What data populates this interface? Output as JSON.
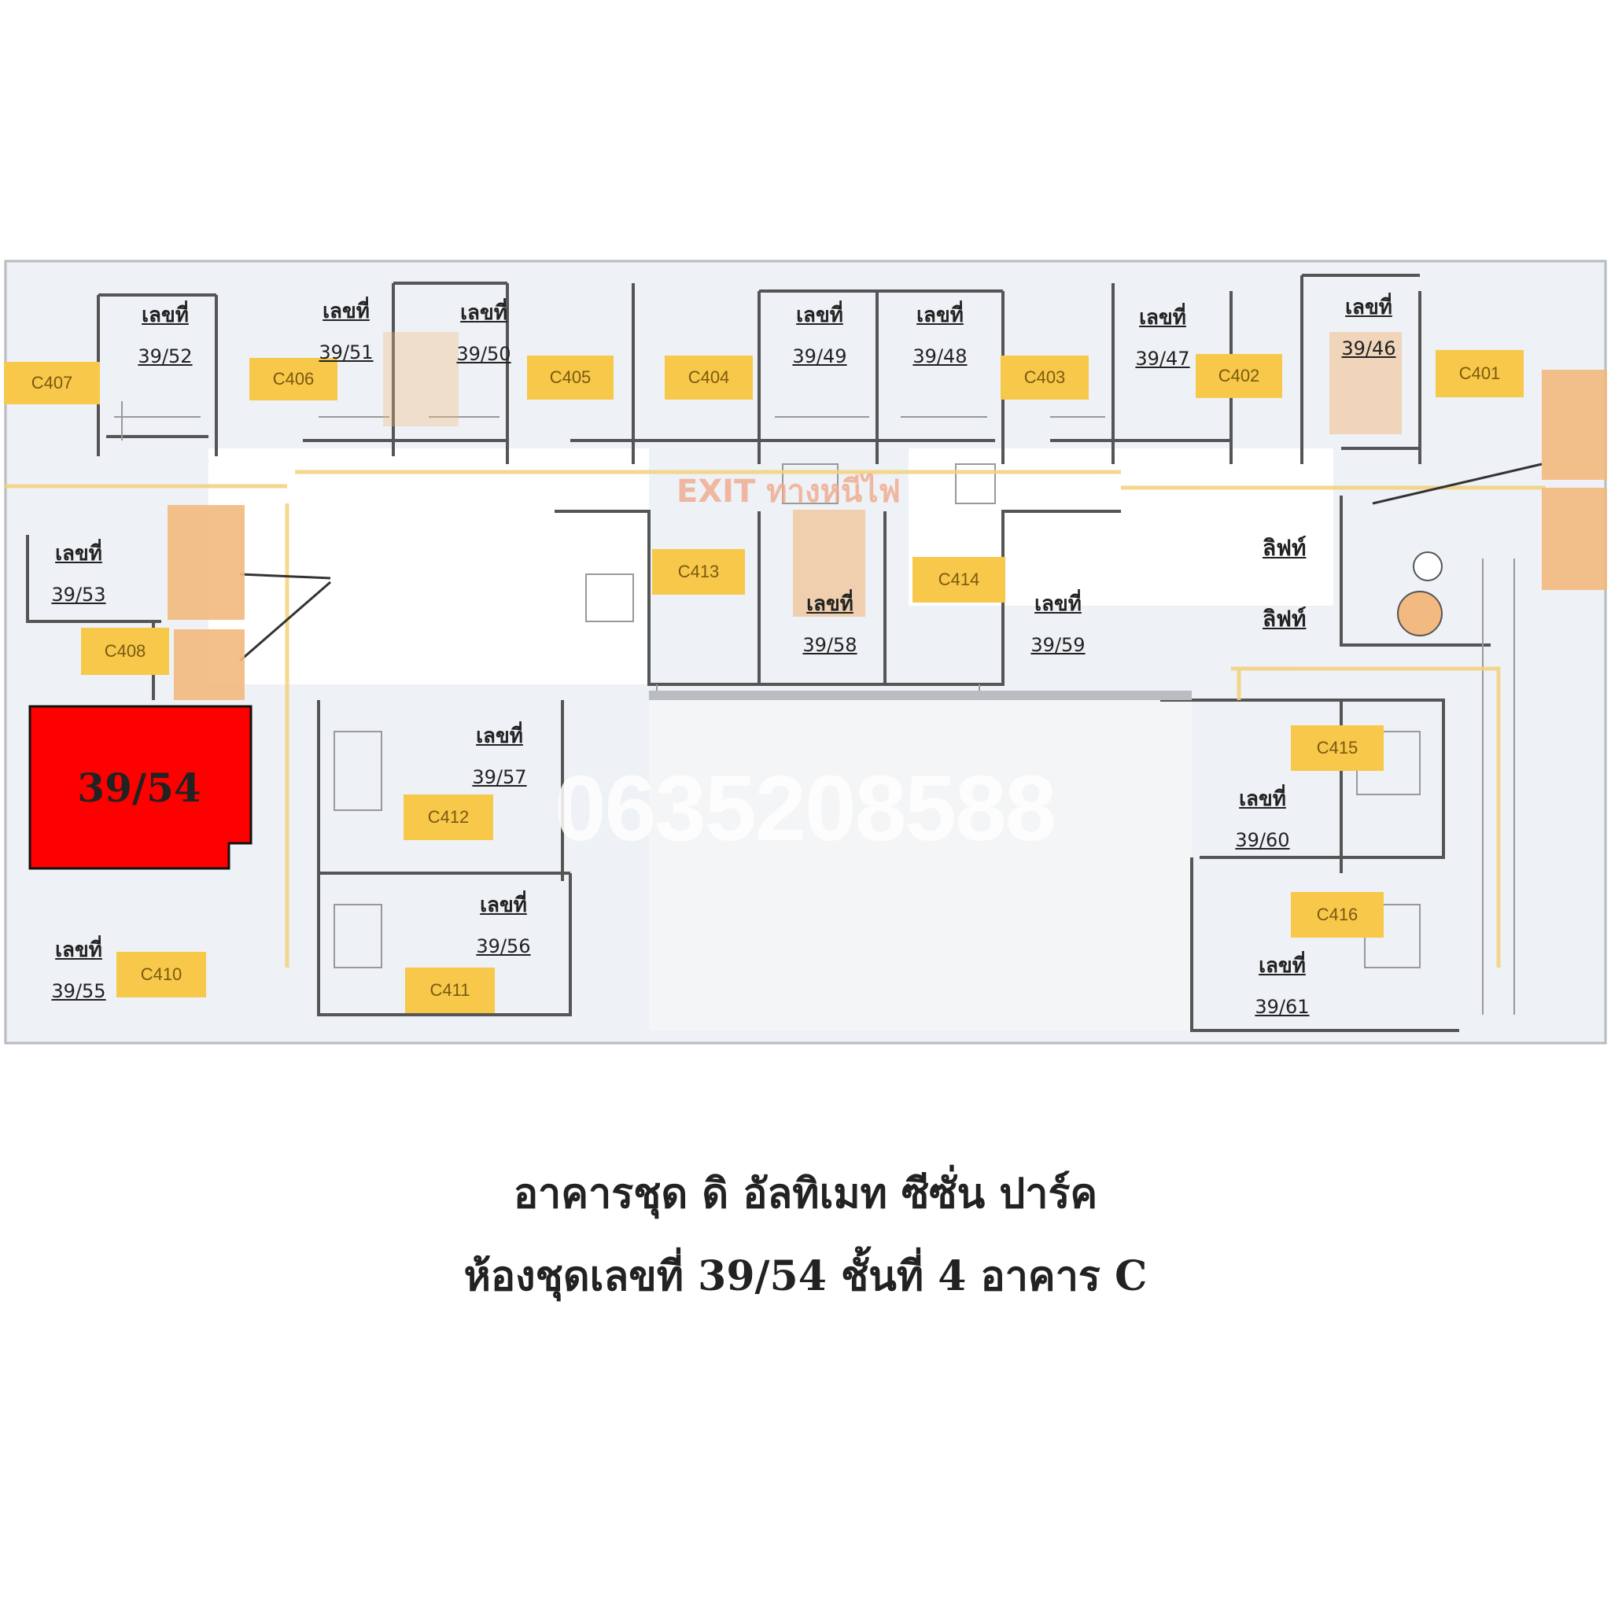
{
  "plan": {
    "highlight_unit": "39/54",
    "highlight_color": "#ff0000",
    "watermark": "0635208588",
    "exit_sign": "EXIT ทางหนีไฟ",
    "unit_prefix": "เลขที่",
    "lift_label": "ลิฟท์",
    "room_tags": [
      "C407",
      "C406",
      "C405",
      "C404",
      "C403",
      "C402",
      "C401",
      "C408",
      "C413",
      "C414",
      "C412",
      "C411",
      "C410",
      "C415",
      "C416"
    ],
    "units": [
      "39/52",
      "39/51",
      "39/50",
      "39/49",
      "39/48",
      "39/47",
      "39/46",
      "39/53",
      "39/58",
      "39/59",
      "39/57",
      "39/56",
      "39/55",
      "39/60",
      "39/61"
    ]
  },
  "caption": {
    "line1": "อาคารชุด ดิ อัลทิเมท ซีซั่น ปาร์ค",
    "line2": "ห้องชุดเลขที่ 39/54 ชั้นที่ 4 อาคาร C"
  }
}
